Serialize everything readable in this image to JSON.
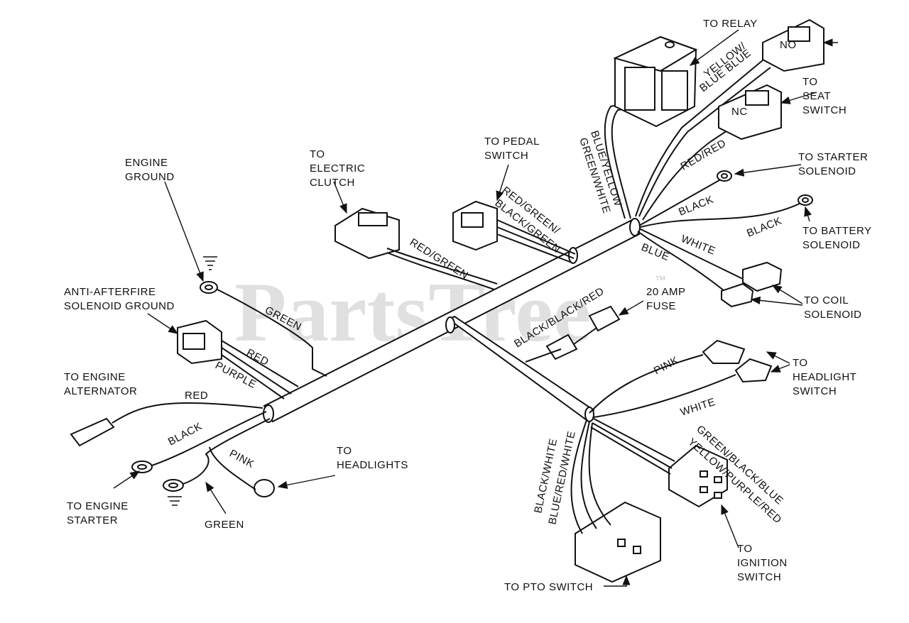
{
  "watermark": {
    "text": "PartsTree",
    "trademark": "™"
  },
  "labels": {
    "to_relay": "TO RELAY",
    "yellow_blue": "YELLOW/",
    "blue_blue": "BLUE BLUE",
    "no_top": "NO",
    "to_seat": "TO",
    "seat": "SEAT",
    "switch_seat": "SWITCH",
    "nc": "NC",
    "blue_yellow": "BLUE/YELLOW",
    "green_white": "GREEN/WHITE",
    "red_red": "RED/RED",
    "to_starter_solenoid_1": "TO STARTER",
    "to_starter_solenoid_2": "SOLENOID",
    "black_1": "BLACK",
    "black_2": "BLACK",
    "to_battery_1": "TO BATTERY",
    "to_battery_2": "SOLENOID",
    "white_1": "WHITE",
    "blue_1": "BLUE",
    "to_coil_1": "TO COIL",
    "to_coil_2": "SOLENOID",
    "to_pedal_1": "TO PEDAL",
    "to_pedal_2": "SWITCH",
    "red_green_black_green_1": "RED/GREEN/",
    "red_green_black_green_2": "BLACK/GREEN",
    "to_electric_1": "TO",
    "to_electric_2": "ELECTRIC",
    "to_electric_3": "CLUTCH",
    "red_green": "RED/GREEN",
    "engine_ground_1": "ENGINE",
    "engine_ground_2": "GROUND",
    "anti_1": "ANTI-AFTERFIRE",
    "anti_2": "SOLENOID GROUND",
    "green_1": "GREEN",
    "red_1": "RED",
    "purple_1": "PURPLE",
    "fuse_1": "20 AMP",
    "fuse_2": "FUSE",
    "black_black_red": "BLACK/BLACK/RED",
    "to_alt_1": "TO ENGINE",
    "to_alt_2": "ALTERNATOR",
    "red_2": "RED",
    "black_3": "BLACK",
    "pink_1": "PINK",
    "to_headlights_1": "TO",
    "to_headlights_2": "HEADLIGHTS",
    "to_engine_starter_1": "TO ENGINE",
    "to_engine_starter_2": "STARTER",
    "green_2": "GREEN",
    "pink_2": "PINK",
    "to_headlight_sw_1": "TO",
    "to_headlight_sw_2": "HEADLIGHT",
    "to_headlight_sw_3": "SWITCH",
    "white_2": "WHITE",
    "green_black_blue": "GREEN/BLACK/BLUE",
    "yellow_purple_red": "YELLOW/PURPLE/RED",
    "black_white": "BLACK/WHITE",
    "blue_red_white": "BLUE/RED/WHITE",
    "to_ignition_1": "TO",
    "to_ignition_2": "IGNITION",
    "to_ignition_3": "SWITCH",
    "to_pto": "TO PTO SWITCH"
  }
}
